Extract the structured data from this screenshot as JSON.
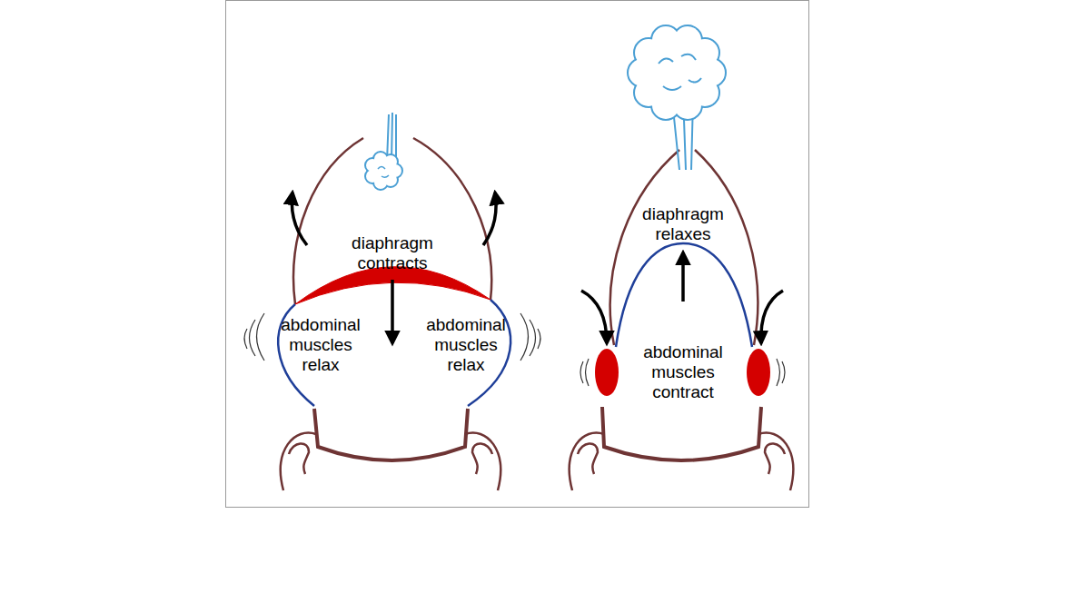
{
  "diagram": {
    "labels": [
      "diaphragm contracts",
      "abdominal muscles relax",
      "abdominal muscles relax",
      "diaphragm relaxes",
      "abdominal muscles contract"
    ]
  }
}
